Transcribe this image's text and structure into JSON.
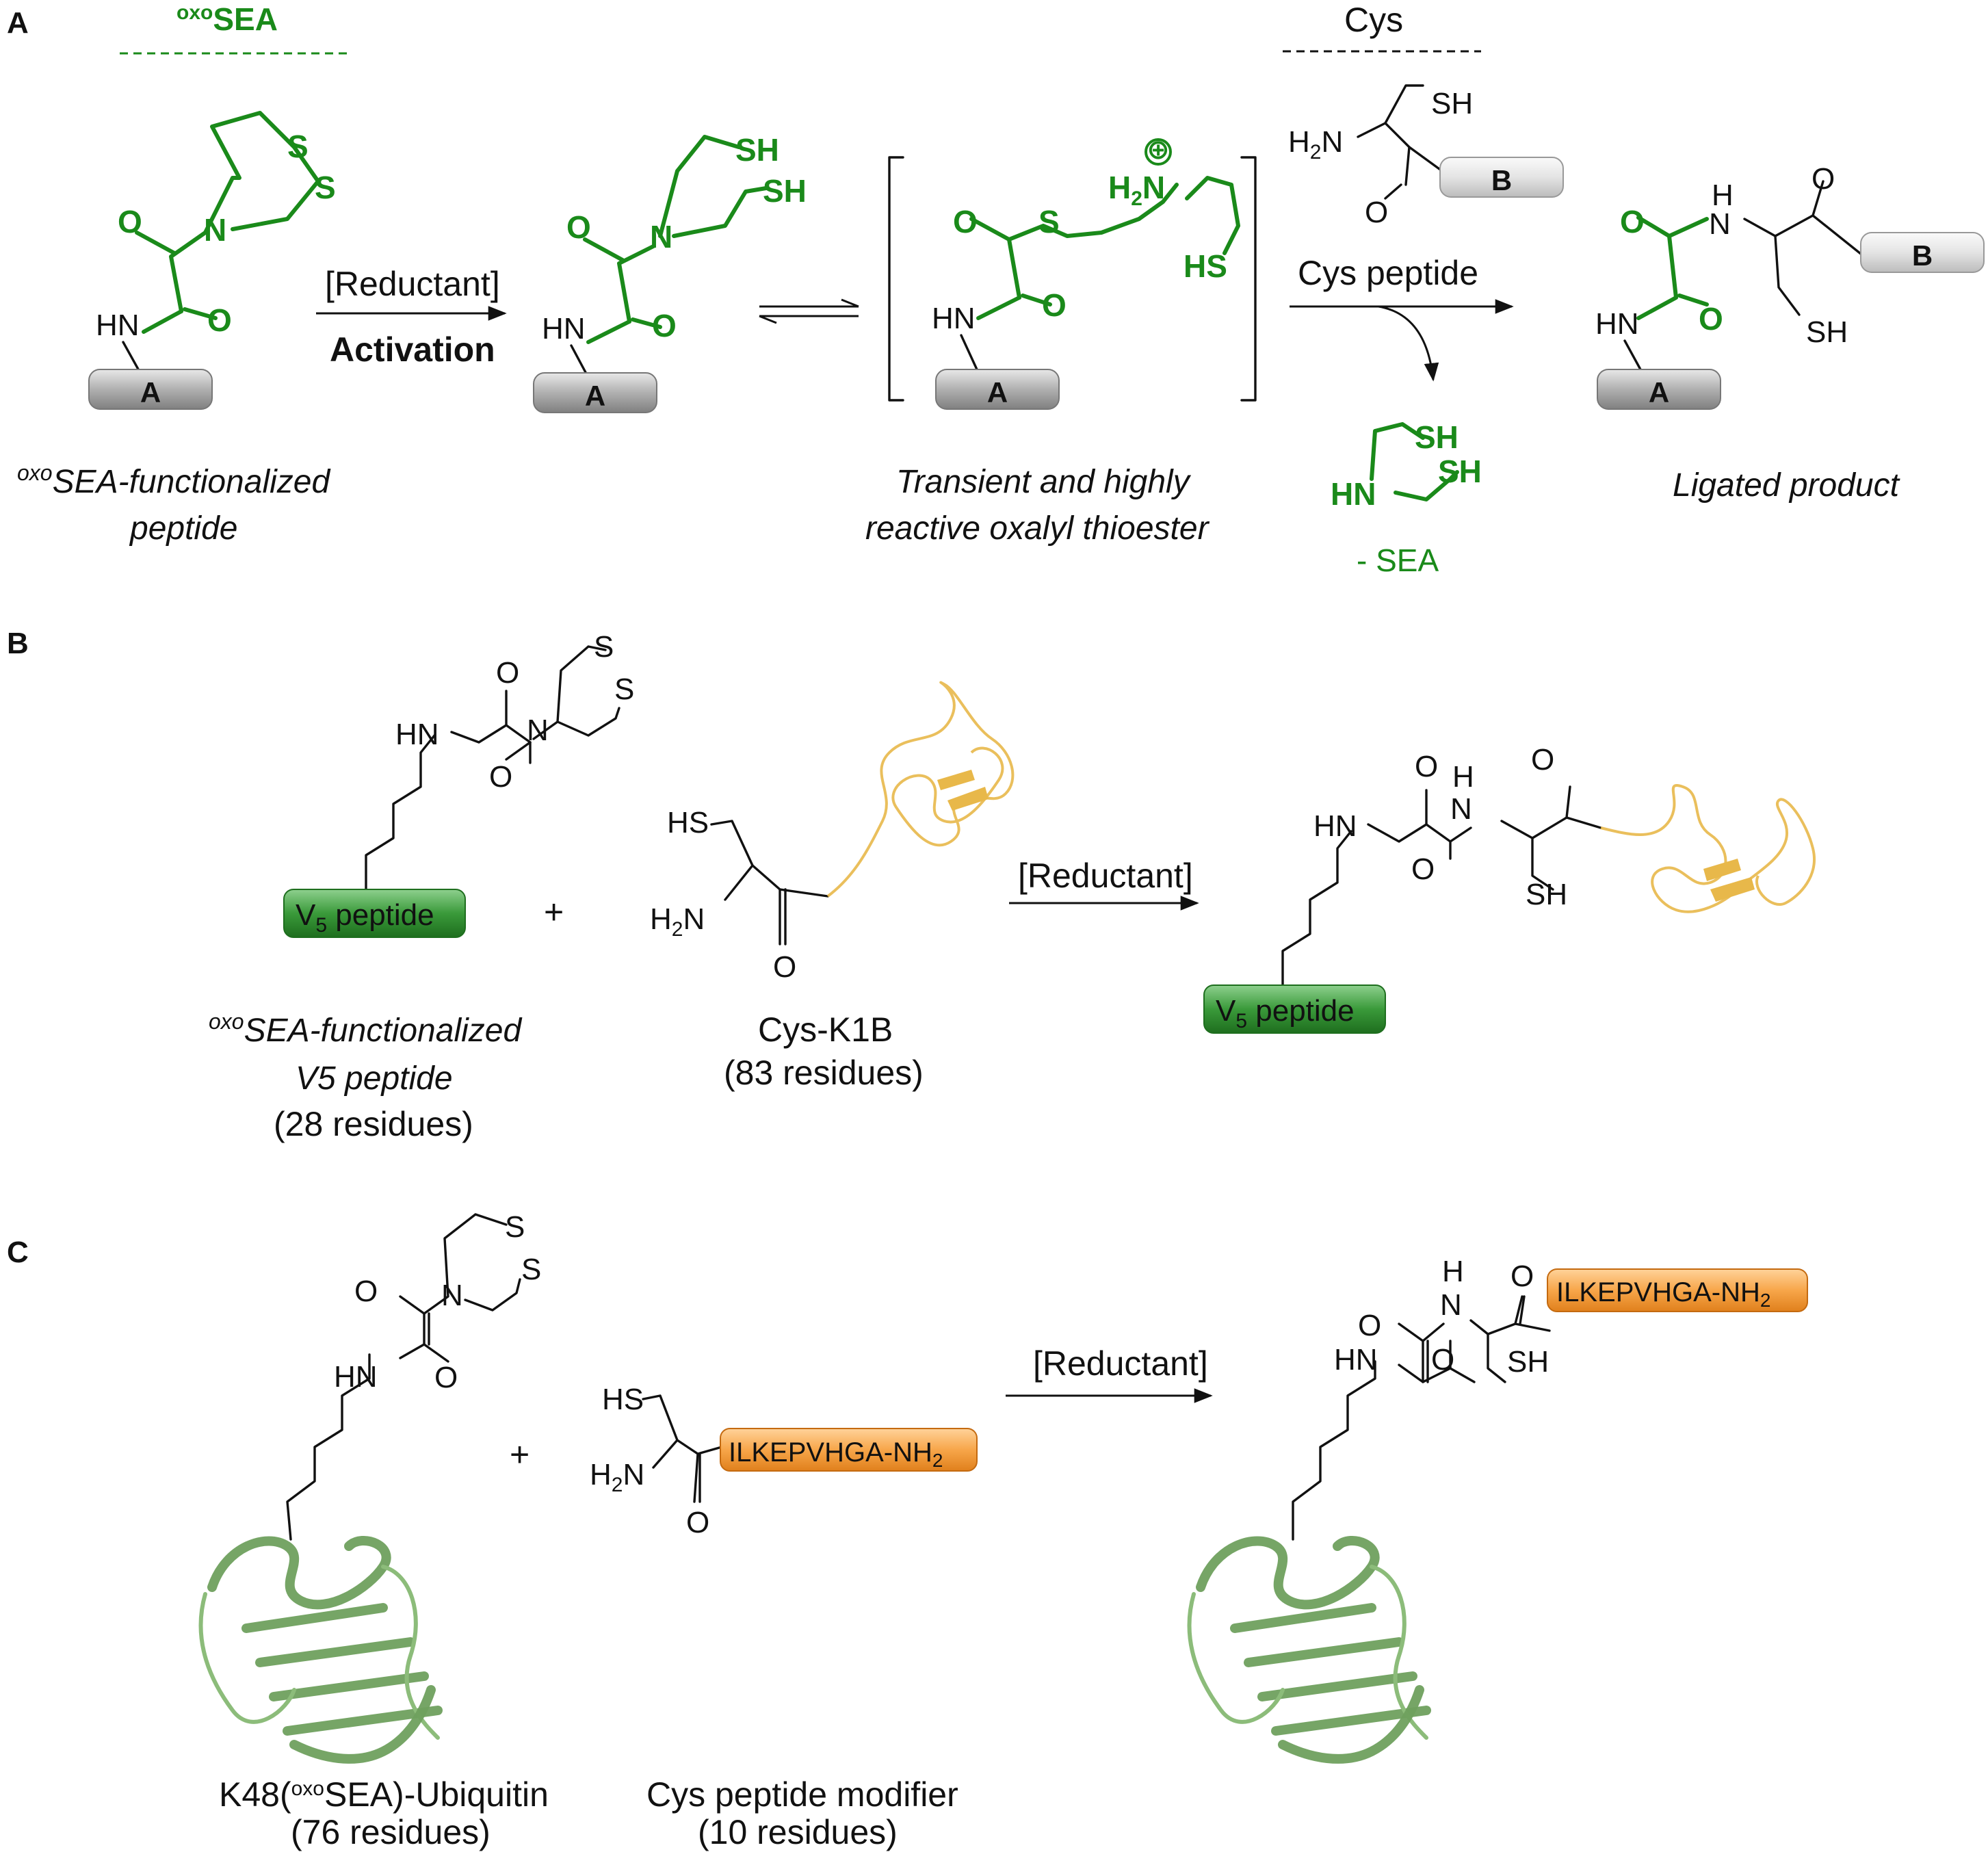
{
  "panels": {
    "a": "A",
    "b": "B",
    "c": "C"
  },
  "panel_a": {
    "oxosea_sup": "oxo",
    "oxosea_main": "SEA",
    "cys_header": "Cys",
    "reductant": "[Reductant]",
    "activation": "Activation",
    "cys_peptide": "Cys peptide",
    "caption_start_sup": "oxo",
    "caption_start_l1": "SEA-functionalized",
    "caption_start_l2": "peptide",
    "caption_mid_l1": "Transient and highly",
    "caption_mid_l2": "reactive oxalyl thioester",
    "caption_end": "Ligated product",
    "byproduct": "- SEA",
    "block_a": "A",
    "block_b": "B",
    "plus_sign": "⊕",
    "atoms": {
      "s": "S",
      "n": "N",
      "o": "O",
      "hn": "HN",
      "sh": "SH",
      "hs": "HS",
      "h": "H",
      "h2n_h": "H",
      "h2n_2": "2",
      "h2n_n": "N",
      "h2n_left": "H",
      "h2n_sub": "2",
      "h2n_right": "N"
    }
  },
  "panel_b": {
    "v5_block": "V",
    "v5_sub": "5",
    "v5_rest": " peptide",
    "plus": "+",
    "reductant": "[Reductant]",
    "caption1_sup": "oxo",
    "caption1_l1": "SEA-functionalized",
    "caption1_l2": "V5 peptide",
    "caption1_l3": "(28 residues)",
    "caption2_l1": "Cys-K1B",
    "caption2_l2": "(83 residues)"
  },
  "panel_c": {
    "modifier_main": "ILKEPVHGA-NH",
    "modifier_sub": "2",
    "plus": "+",
    "reductant": "[Reductant]",
    "caption1_pre": "K48(",
    "caption1_sup": "oxo",
    "caption1_post": "SEA)-Ubiquitin",
    "caption1_l2": "(76 residues)",
    "caption2_l1": "Cys peptide modifier",
    "caption2_l2": "(10 residues)"
  },
  "colors": {
    "green": "#1a8a1a",
    "gray_block": "#b8b8b8",
    "light_block": "#e6e6e6",
    "v5_green": "#3a9a3a",
    "orange": "#f5a040",
    "ribbon_yellow": "#e8b84a",
    "ribbon_green": "#6fa05e"
  }
}
